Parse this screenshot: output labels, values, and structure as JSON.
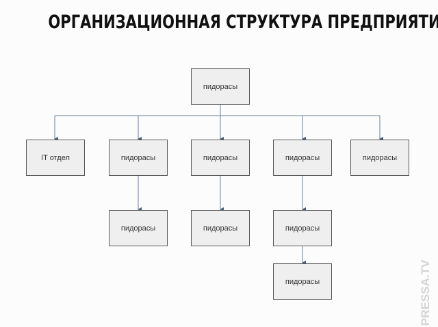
{
  "title": "ОРГАНИЗАЦИОННАЯ СТРУКТУРА ПРЕДПРИЯТИЯ",
  "nodes": {
    "root": "пидорасы",
    "level1": [
      "IT отдел",
      "пидорасы",
      "пидорасы",
      "пидорасы",
      "пидорасы"
    ],
    "level2": [
      "пидорасы",
      "пидорасы",
      "пидорасы"
    ],
    "level3": [
      "пидорасы"
    ]
  },
  "watermark": "PRESSA.TV",
  "colors": {
    "line": "#6a7f95",
    "box_fill": "#efefef",
    "box_border": "#555555"
  }
}
